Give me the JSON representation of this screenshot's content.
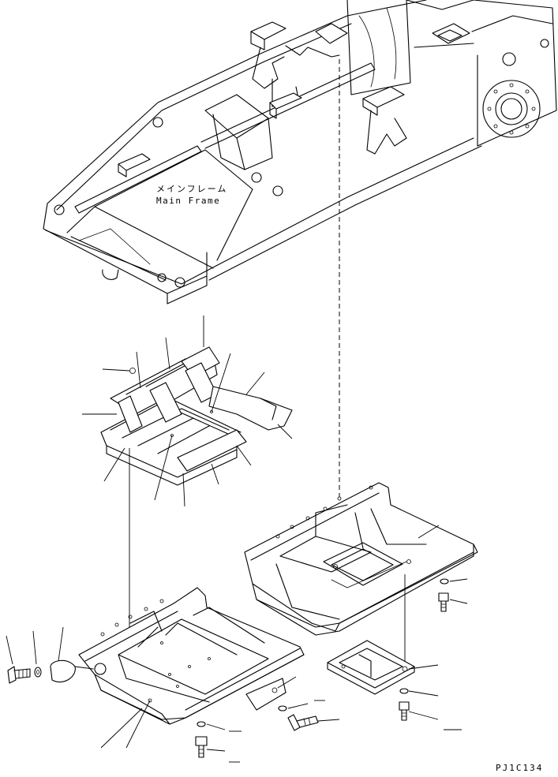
{
  "labels": {
    "main_frame_jp": "メインフレーム",
    "main_frame_en": "Main Frame",
    "drawing_code": "PJ1C134"
  },
  "colors": {
    "line": "#000000",
    "background": "#ffffff"
  }
}
